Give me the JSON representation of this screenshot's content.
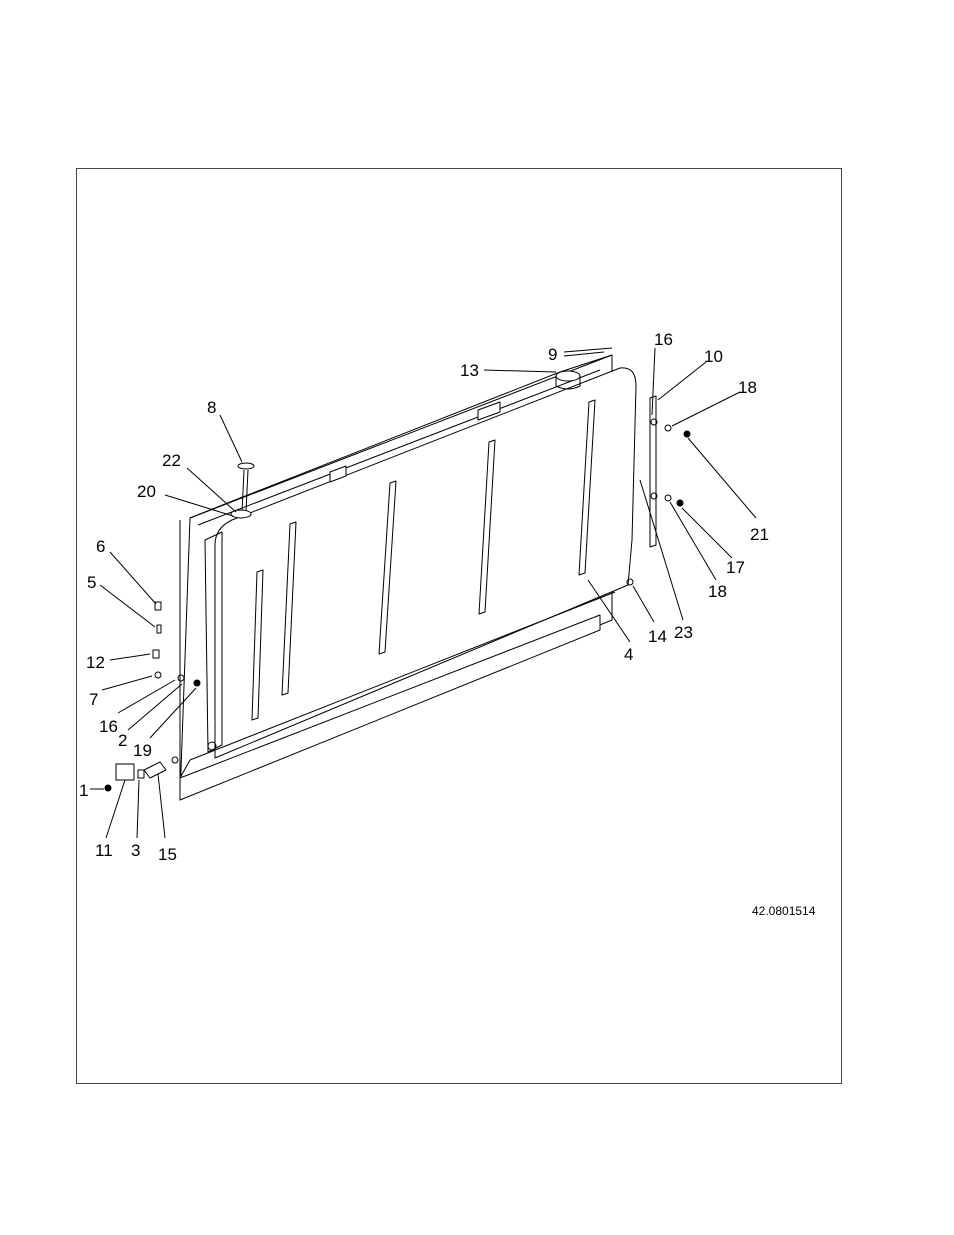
{
  "drawing_number": "42.0801514",
  "callouts": {
    "c1": "1",
    "c2": "2",
    "c3": "3",
    "c4": "4",
    "c5": "5",
    "c6": "6",
    "c7": "7",
    "c8": "8",
    "c9": "9",
    "c10": "10",
    "c11": "11",
    "c12": "12",
    "c13": "13",
    "c14": "14",
    "c15": "15",
    "c16a": "16",
    "c16b": "16",
    "c17": "17",
    "c18a": "18",
    "c18b": "18",
    "c19": "19",
    "c20": "20",
    "c21": "21",
    "c22": "22",
    "c23": "23"
  },
  "colors": {
    "line": "#000000",
    "frame": "#444444",
    "background": "#ffffff"
  }
}
